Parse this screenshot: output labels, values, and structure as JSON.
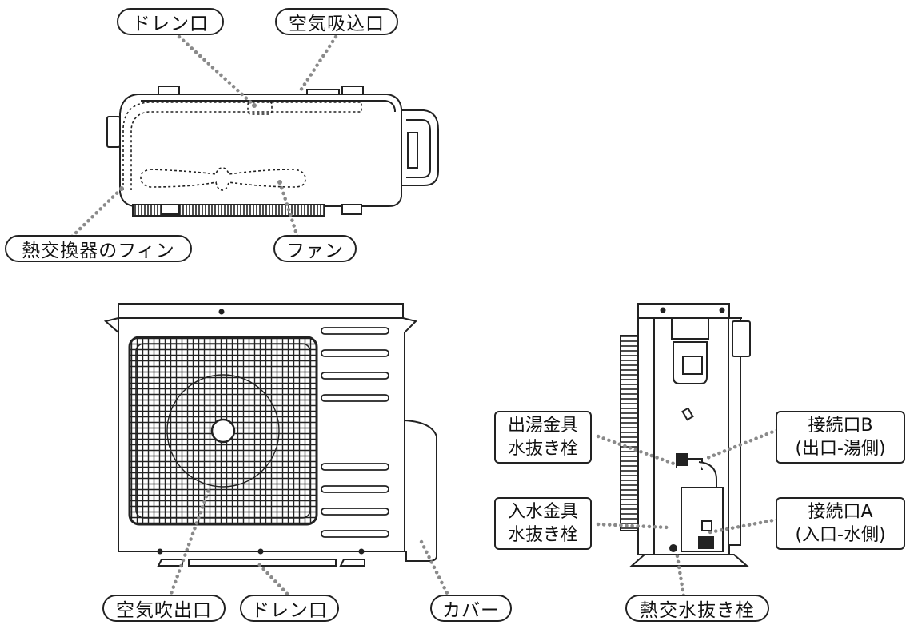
{
  "labels": {
    "drain_top": "ドレン口",
    "air_intake": "空気吸込口",
    "heat_exchanger_fin": "熱交換器のフィン",
    "fan": "ファン",
    "air_outlet": "空気吹出口",
    "drain_bottom": "ドレン口",
    "cover": "カバー",
    "outlet_valve_line1": "出湯金具",
    "outlet_valve_line2": "水抜き栓",
    "inlet_valve_line1": "入水金具",
    "inlet_valve_line2": "水抜き栓",
    "connection_b_line1": "接続口B",
    "connection_b_line2": "(出口-湯側)",
    "connection_a_line1": "接続口A",
    "connection_a_line2": "(入口-水側)",
    "heat_exchange_drain": "熱交水抜き栓"
  }
}
